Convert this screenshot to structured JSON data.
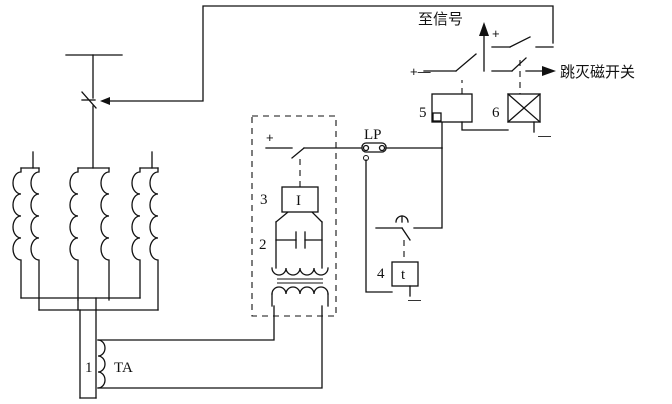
{
  "labels": {
    "to_signal": "至信号",
    "trip_field": "跳灭磁开关",
    "lp": "LP",
    "ta": "TA",
    "num1": "1",
    "num2": "2",
    "num3": "3",
    "num4": "4",
    "num5": "5",
    "num6": "6",
    "relay3_symbol": "I",
    "relay4_symbol": "t"
  },
  "signs": {
    "plus": "+",
    "plus_dash": "+—",
    "minus": "—"
  }
}
